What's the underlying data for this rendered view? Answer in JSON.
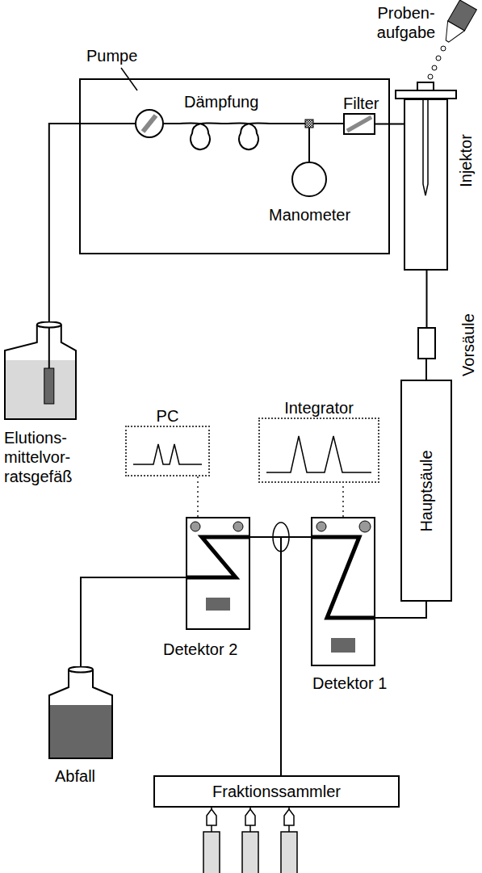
{
  "diagram": {
    "nodes": [
      {
        "text": [
          "Pumpe"
        ]
      },
      {
        "text": [
          "Filter"
        ],
        "in": 0
      },
      {
        "text": [
          "Manometer"
        ],
        "in": 0
      },
      {
        "text": [
          "Injektor"
        ]
      },
      {
        "text": [
          "Vorsäule"
        ]
      },
      {
        "text": [
          "Hauptsäule"
        ]
      },
      {
        "text": [
          "Detektor 1"
        ]
      },
      {
        "text": [
          "Detektor 2"
        ]
      },
      {
        "text": [
          "Integrator"
        ]
      },
      {
        "text": [
          "PC"
        ]
      },
      {
        "text": [
          "Fraktionssammler"
        ]
      },
      {
        "text": [
          "Elutions- mittelvor- ratsgefäß"
        ]
      },
      {
        "text": [
          "Abfall"
        ]
      }
    ],
    "edges": [
      {
        "from": 11,
        "to": 0,
        "arrow": "none"
      },
      {
        "from": 1,
        "to": 3,
        "arrow": "none"
      },
      {
        "from": 3,
        "to": 4,
        "arrow": "none"
      },
      {
        "from": 4,
        "to": 5,
        "arrow": "none"
      },
      {
        "from": 5,
        "to": 6,
        "arrow": "none"
      },
      {
        "from": 6,
        "to": 7,
        "arrow": "none"
      },
      {
        "from": 7,
        "to": 12,
        "arrow": "none"
      },
      {
        "from": 6,
        "to": 8,
        "arrow": "none"
      },
      {
        "from": 7,
        "to": 9,
        "arrow": "none"
      },
      {
        "from": 6,
        "to": 10,
        "arrow": "none"
      }
    ],
    "labels": [
      "Proben- aufgabe",
      "Dämpfung"
    ]
  }
}
